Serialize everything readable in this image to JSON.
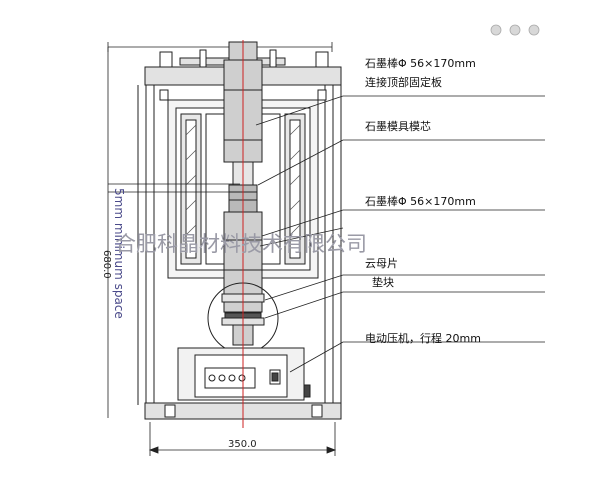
{
  "labels": {
    "rod_top_line1": "石墨棒Φ 56×170mm",
    "rod_top_line2": "连接顶部固定板",
    "mold_core": "石墨模具模芯",
    "rod_bottom": "石墨棒Φ 56×170mm",
    "mica": "云母片",
    "pad": "垫块",
    "press": "电动压机，行程 20mm"
  },
  "dimensions": {
    "width": "350.0",
    "height": "680.0",
    "min_space": "5mm minimum space"
  },
  "watermark": "合肥科晶材料技术有限公司",
  "colors": {
    "line": "#222222",
    "frame_fill": "#e2e2e2",
    "rod_fill": "#cfcfcf",
    "center_line": "#cc2222",
    "watermark": "#9a9aa6"
  }
}
